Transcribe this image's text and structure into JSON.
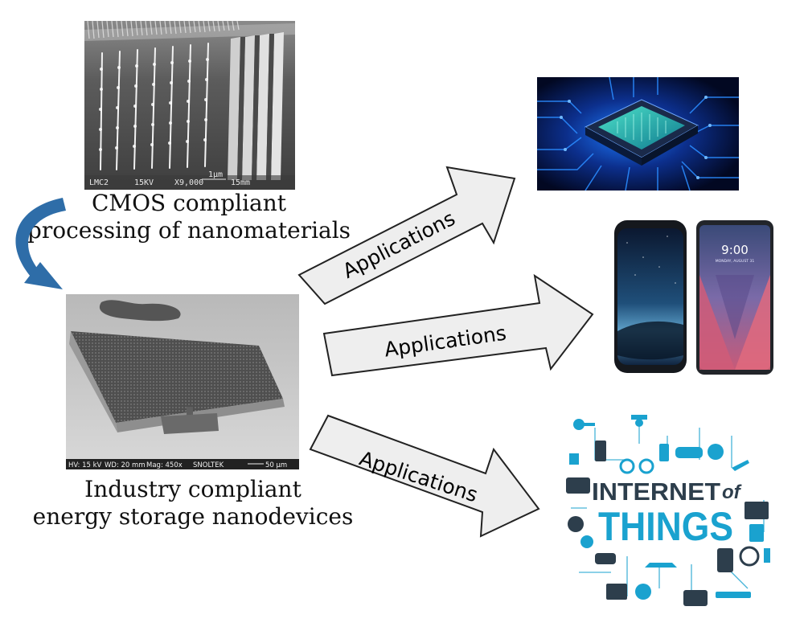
{
  "captions": {
    "top_line1": "CMOS compliant",
    "top_line2": "processing of nanomaterials",
    "bottom_line1": "Industry compliant",
    "bottom_line2": "energy storage nanodevices"
  },
  "arrows": [
    {
      "label": "Applications"
    },
    {
      "label": "Applications"
    },
    {
      "label": "Applications"
    }
  ],
  "sem_top": {
    "databar": [
      "LMC2",
      "15KV",
      "X9,000",
      "1μm",
      "15mm"
    ]
  },
  "sem_bottom": {
    "databar": [
      "HV: 15 kV",
      "WD: 20 mm",
      "Mag: 450x",
      "SNOLTEK",
      "50 µm"
    ]
  },
  "phones": {
    "right_phone_time": "9:00",
    "right_phone_date": "MONDAY, AUGUST 31"
  },
  "iot": {
    "line1_a": "INTERNET",
    "line1_b": "of",
    "line2": "THINGS"
  },
  "colors": {
    "curved_arrow": "#2e6da8",
    "arrow_fill": "#eeeeee",
    "arrow_stroke": "#222222",
    "iot_blue": "#1aa2cf",
    "iot_dark": "#2d3e4c"
  }
}
